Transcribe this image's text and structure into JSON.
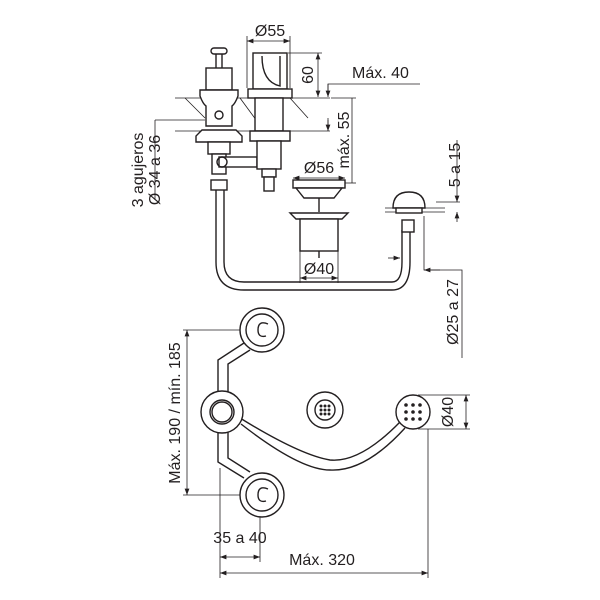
{
  "drawing": {
    "side_view": {
      "d_handle": "Ø55",
      "h_handle": "60",
      "max_deck": "Máx. 40",
      "max_shank": "máx. 55",
      "holes_line1": "3 agujeros",
      "holes_line2": "Ø 34 a 36",
      "d_drain_top": "Ø56",
      "d_drain_body": "Ø40",
      "spray_range": "5 a 15",
      "spray_hole": "Ø25 a 27"
    },
    "top_view": {
      "spacing_vertical": "Máx. 190 / mín. 185",
      "d_spray": "Ø40",
      "offset": "35 a 40",
      "width_max": "Máx. 320"
    }
  }
}
